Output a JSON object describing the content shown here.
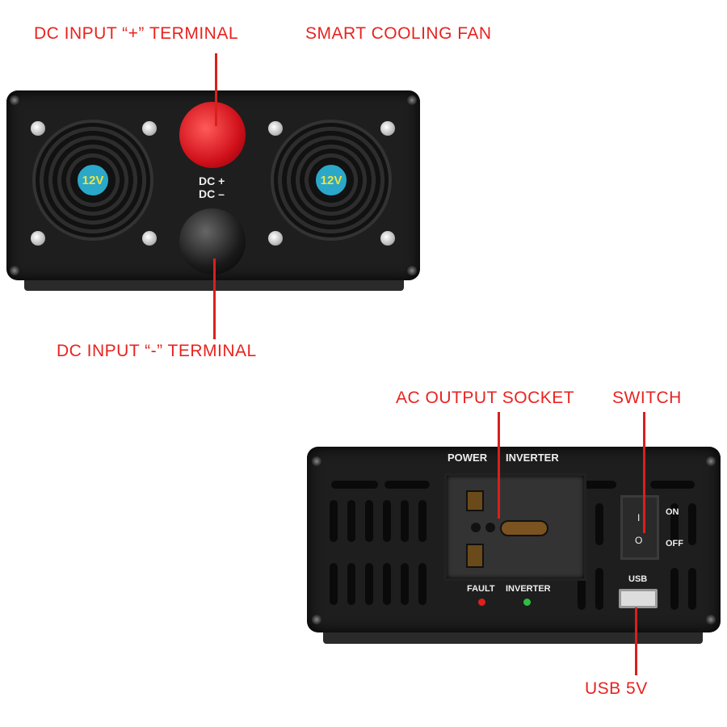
{
  "labels": {
    "dc_plus": "DC INPUT “+” TERMINAL",
    "fan": "SMART COOLING FAN",
    "dc_minus": "DC INPUT “-” TERMINAL",
    "ac_socket": "AC OUTPUT SOCKET",
    "switch": "SWITCH",
    "usb": "USB 5V"
  },
  "front_panel": {
    "fan_left": "12V",
    "fan_right": "12V",
    "dc_plus": "DC +",
    "dc_minus": "DC –"
  },
  "rear_panel": {
    "brand_left": "POWER",
    "brand_right": "INVERTER",
    "fault": "FAULT",
    "inverter": "INVERTER",
    "on": "ON",
    "off": "OFF",
    "usb": "USB",
    "switch_on_glyph": "I",
    "switch_off_glyph": "O"
  },
  "colors": {
    "annotation": "#e8231f",
    "fault_led": "#e0201c",
    "inverter_led": "#2ec040"
  }
}
